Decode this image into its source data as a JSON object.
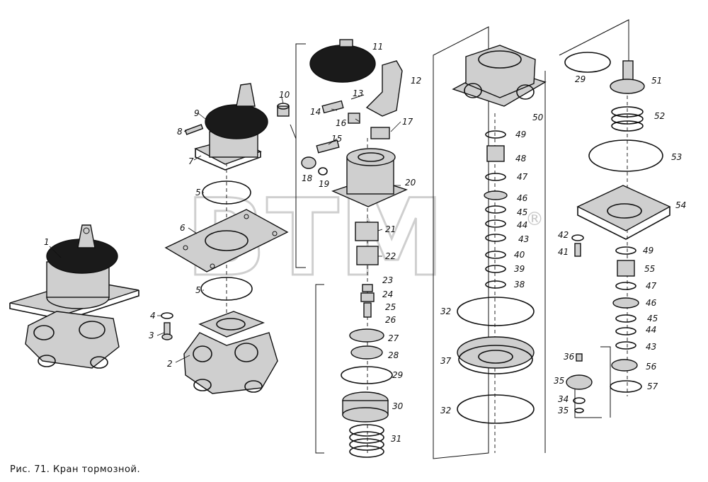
{
  "caption": "Рис. 71. Кран тормозной.",
  "watermark": {
    "text": "BTM",
    "registered": "®"
  },
  "parts": [
    "1",
    "2",
    "3",
    "4",
    "5",
    "5",
    "6",
    "7",
    "8",
    "9",
    "10",
    "11",
    "12",
    "13",
    "14",
    "15",
    "16",
    "17",
    "18",
    "19",
    "20",
    "21",
    "22",
    "23",
    "24",
    "25",
    "26",
    "27",
    "28",
    "29",
    "30",
    "31",
    "32",
    "32",
    "37",
    "38",
    "39",
    "40",
    "43",
    "44",
    "45",
    "46",
    "47",
    "48",
    "49",
    "50",
    "29",
    "51",
    "52",
    "53",
    "54",
    "42",
    "41",
    "49",
    "55",
    "47",
    "46",
    "45",
    "44",
    "43",
    "36",
    "56",
    "35",
    "34",
    "35",
    "57"
  ]
}
